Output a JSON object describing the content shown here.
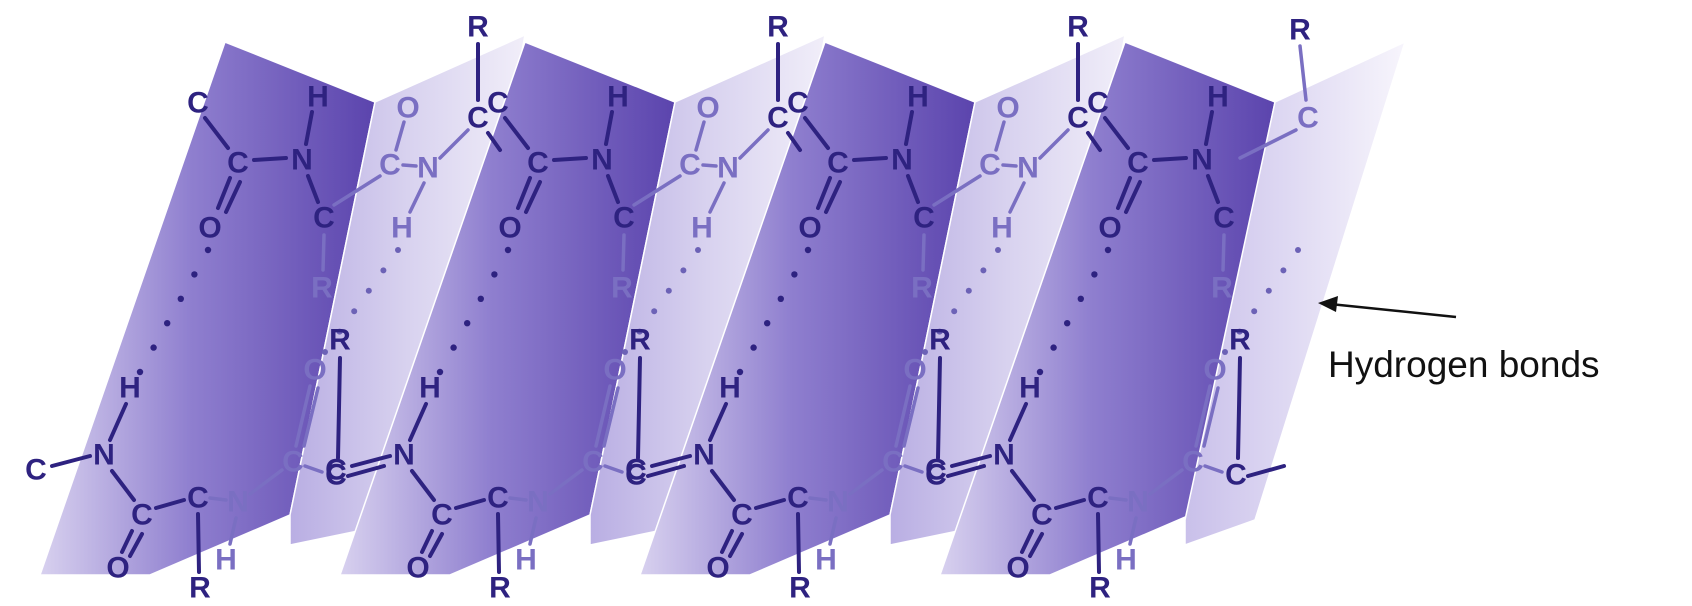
{
  "annotation": {
    "label": "Hydrogen bonds"
  },
  "atoms": {
    "carbon": "C",
    "nitrogen": "N",
    "oxygen": "O",
    "hydrogen": "H",
    "side_chain": "R"
  },
  "colors": {
    "panel_dark": "#6b55b8",
    "panel_light": "#e4dff3",
    "atom_front": "#2e2280",
    "atom_back": "#7a6fc2",
    "arrow": "#111111"
  }
}
